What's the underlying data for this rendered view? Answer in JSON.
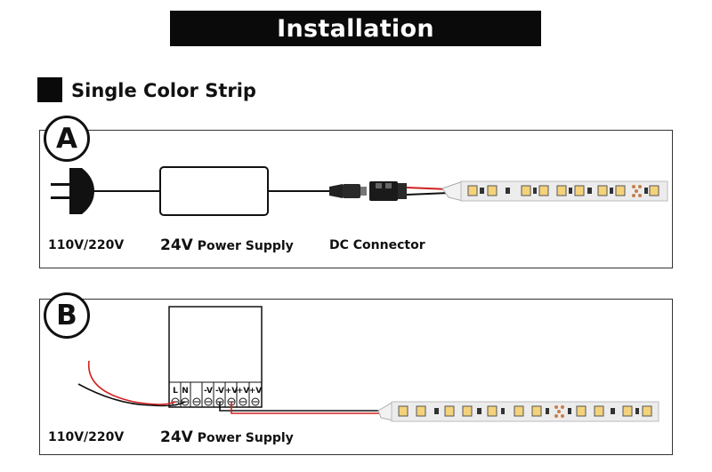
{
  "page_title": "Installation",
  "section_title": "Single Color Strip",
  "panel_a": {
    "badge": "A",
    "mains_label": "110V/220V",
    "psu_voltage": "24V",
    "psu_label": "Power Supply",
    "connector_label": "DC Connector"
  },
  "panel_b": {
    "badge": "B",
    "mains_label": "110V/220V",
    "psu_voltage": "24V",
    "psu_label": "Power Supply",
    "terminal_labels": [
      "L",
      "N",
      "-V",
      "-V",
      "+V",
      "+V",
      "+V"
    ]
  },
  "colors": {
    "title_bg": "#0a0a0a",
    "strip": "#e8e8e8",
    "led": "#f4d27a",
    "wire_red": "#d22020",
    "wire_black": "#111111"
  }
}
